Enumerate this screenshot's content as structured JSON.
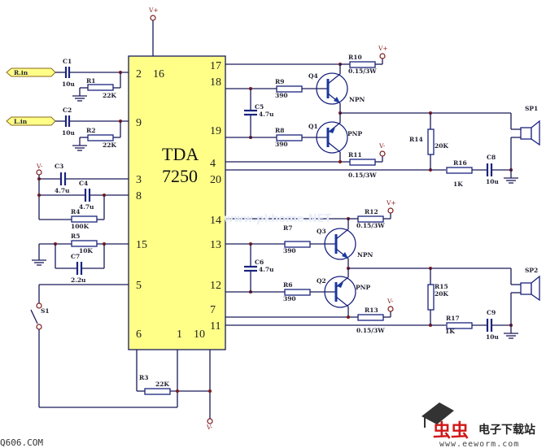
{
  "title": "TDA7250 stereo amplifier schematic",
  "chip": {
    "line1": "TDA",
    "line2": "7250",
    "fill_color": "#ffff88"
  },
  "pins": {
    "p2": "2",
    "p16": "16",
    "p9": "9",
    "p3": "3",
    "p8": "8",
    "p15": "15",
    "p5": "5",
    "p6": "6",
    "p1": "1",
    "p10": "10",
    "p17": "17",
    "p18": "18",
    "p19": "19",
    "p4": "4",
    "p20": "20",
    "p14": "14",
    "p13": "13",
    "p12": "12",
    "p7": "7",
    "p11": "11"
  },
  "inputs": {
    "rin": "R.in",
    "lin": "L.in"
  },
  "power": {
    "vplus": "V+",
    "vminus": "V-"
  },
  "components": {
    "C1": {
      "name": "C1",
      "value": "10u"
    },
    "C2": {
      "name": "C2",
      "value": "10u"
    },
    "R1": {
      "name": "R1",
      "value": "22K"
    },
    "R2": {
      "name": "R2",
      "value": "22K"
    },
    "C3": {
      "name": "C3",
      "value": "4.7u"
    },
    "C4": {
      "name": "C4",
      "value": "4.7u"
    },
    "R4": {
      "name": "R4",
      "value": "100K"
    },
    "R5": {
      "name": "R5",
      "value": "10K"
    },
    "C7": {
      "name": "C7",
      "value": "2.2u"
    },
    "S1": {
      "name": "S1"
    },
    "R3": {
      "name": "R3",
      "value": "22K"
    },
    "R9": {
      "name": "R9",
      "value": "390"
    },
    "R8": {
      "name": "R8",
      "value": "390"
    },
    "C5": {
      "name": "C5",
      "value": "4.7u"
    },
    "Q4": {
      "name": "Q4",
      "type": "NPN"
    },
    "Q1": {
      "name": "Q1",
      "type": "PNP"
    },
    "R10": {
      "name": "R10",
      "value": "0.15/3W"
    },
    "R11": {
      "name": "R11",
      "value": "0.15/3W"
    },
    "R14": {
      "name": "R14",
      "value": "20K"
    },
    "R16": {
      "name": "R16",
      "value": "1K"
    },
    "C8": {
      "name": "C8",
      "value": "10u"
    },
    "SP1": {
      "name": "SP1"
    },
    "R7": {
      "name": "R7",
      "value": "390"
    },
    "R6": {
      "name": "R6",
      "value": "390"
    },
    "C6": {
      "name": "C6",
      "value": "4.7u"
    },
    "Q3": {
      "name": "Q3",
      "type": "NPN"
    },
    "Q2": {
      "name": "Q2",
      "type": "PNP"
    },
    "R12": {
      "name": "R12",
      "value": "0.15/3W"
    },
    "R13": {
      "name": "R13",
      "value": "0.15/3W"
    },
    "R15": {
      "name": "R15",
      "value": "20K"
    },
    "R17": {
      "name": "R17",
      "value": "1K"
    },
    "C9": {
      "name": "C9",
      "value": "10u"
    },
    "SP2": {
      "name": "SP2"
    }
  },
  "watermarks": {
    "bottom_left": "Q606.COM",
    "faint": "www.pkhome.NET",
    "logo_cn": "电子下载站",
    "logo_url": "www.eeworm.com"
  }
}
